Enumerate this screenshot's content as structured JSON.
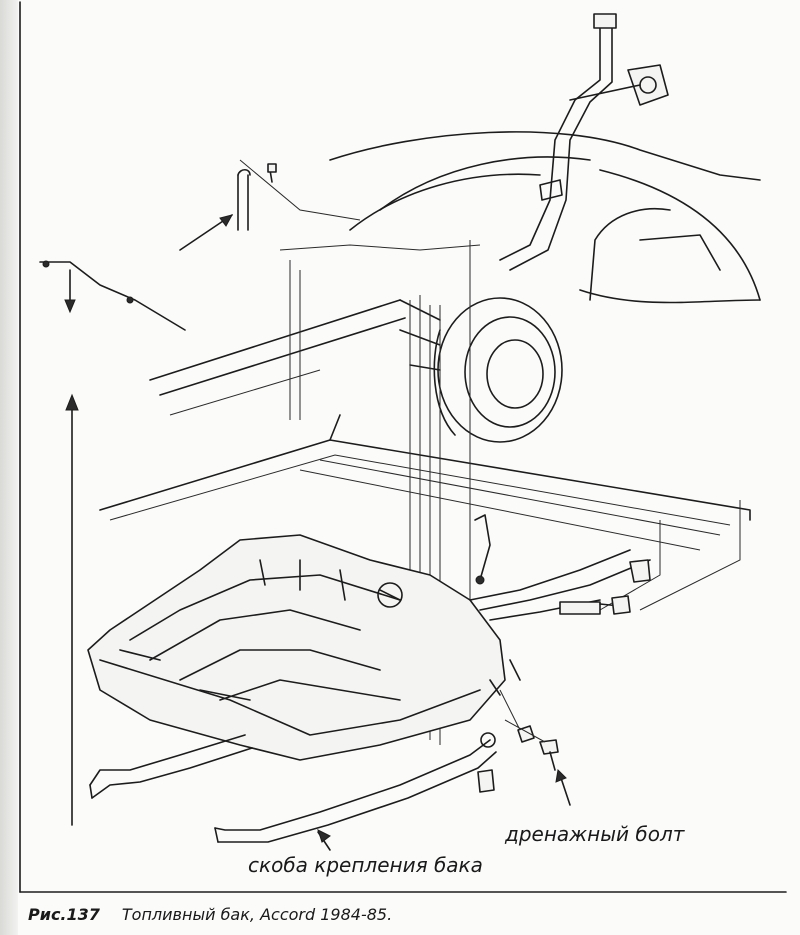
{
  "labels": {
    "drain_bolt": "дренажный болт",
    "tank_bracket": "скоба крепления бака"
  },
  "caption": {
    "figure": "Рис.137",
    "text": "Топливный бак, Accord 1984-85."
  }
}
